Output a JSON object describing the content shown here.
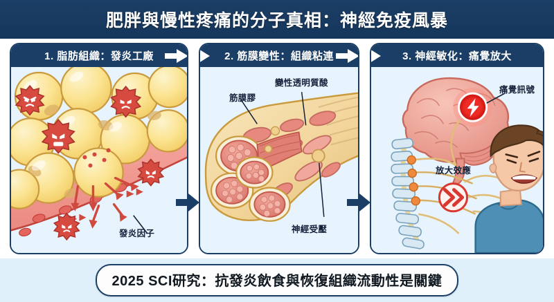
{
  "header": {
    "title": "肥胖與慢性疼痛的分子真相：神經免疫風暴",
    "background_color": "#1b3e66",
    "text_color": "#ffffff"
  },
  "panels": [
    {
      "number": "1.",
      "header_label": "1. 脂肪組織：發炎工廠",
      "topic": "adipose-tissue-inflammation-factory",
      "callouts": [
        {
          "name": "inflammatory-factor",
          "text": "發炎因子"
        }
      ],
      "illustration": {
        "name": "fat-cells-with-inflammation-cells-and-blood-vessel",
        "elements": [
          "fat-cell",
          "angry-inflammation-cell",
          "blood-vessel",
          "red-blood-cell",
          "cytokine-arrow"
        ],
        "colors": {
          "fat_cell_fill": "#fbe08a",
          "fat_cell_highlight": "#fdf0c0",
          "fat_cell_stroke": "#c99a3e",
          "inflammation_cell": "#d94c41",
          "vessel_fill": "#f2938c",
          "vessel_stroke": "#c2453c",
          "background": "#e8f4fd"
        }
      }
    },
    {
      "number": "2.",
      "header_label": "2. 筋膜變性：組織粘連",
      "topic": "fascia-degeneration-tissue-adhesion",
      "callouts": [
        {
          "name": "fascia-glue",
          "text": "筋膜膠"
        },
        {
          "name": "denatured-hyaluronic-acid",
          "text": "變性透明質酸"
        },
        {
          "name": "nerve-compression",
          "text": "神經受壓"
        }
      ],
      "illustration": {
        "name": "muscle-fascia-cross-section",
        "elements": [
          "muscle-fascicle",
          "fascia-matrix",
          "nerve-bundle",
          "connective-sheath"
        ],
        "colors": {
          "fascia_fill": "#f4d79b",
          "fascia_stroke": "#c99a3e",
          "muscle_fill": "#e8897f",
          "muscle_stroke": "#c1564c",
          "fiber_fill": "#f2a79c",
          "background": "#e8f4fd"
        }
      }
    },
    {
      "number": "3.",
      "header_label": "3. 神經敏化：痛覺放大",
      "topic": "nerve-sensitization-pain-amplification",
      "callouts": [
        {
          "name": "pain-signal",
          "text": "痛覺訊號"
        },
        {
          "name": "amplification-effect",
          "text": "放大效應"
        }
      ],
      "illustration": {
        "name": "brain-spine-nerves-and-person-in-pain",
        "elements": [
          "brain",
          "pain-flash-badge",
          "spine",
          "nerve-root",
          "nerve-fiber",
          "amplify-chevron-badge",
          "person-in-pain"
        ],
        "colors": {
          "brain_fill": "#f0a79b",
          "brain_stroke": "#c8695d",
          "flash_badge": "#e02020",
          "spine_fill": "#cfe2ef",
          "spine_stroke": "#7ba3bd",
          "nerve_fill": "#f0cf92",
          "nerve_stroke": "#c79c4f",
          "shirt_fill": "#4e8fb5",
          "skin_fill": "#f5c8a8",
          "hair_fill": "#6b4426",
          "background": "#e8f4fd"
        }
      }
    }
  ],
  "connectors": [
    {
      "name": "arrow-panel1-to-panel2",
      "icon": "arrow-right-icon",
      "color": "#1b3e66"
    },
    {
      "name": "arrow-panel2-to-panel3",
      "icon": "arrow-right-icon",
      "color": "#1b3e66"
    }
  ],
  "footer": {
    "banner_text": "2025 SCI研究：抗發炎飲食與恢復組織流動性是關鍵",
    "background_color": "#dff0fa",
    "pill_border_color": "#1b3e66",
    "text_color": "#101820"
  }
}
